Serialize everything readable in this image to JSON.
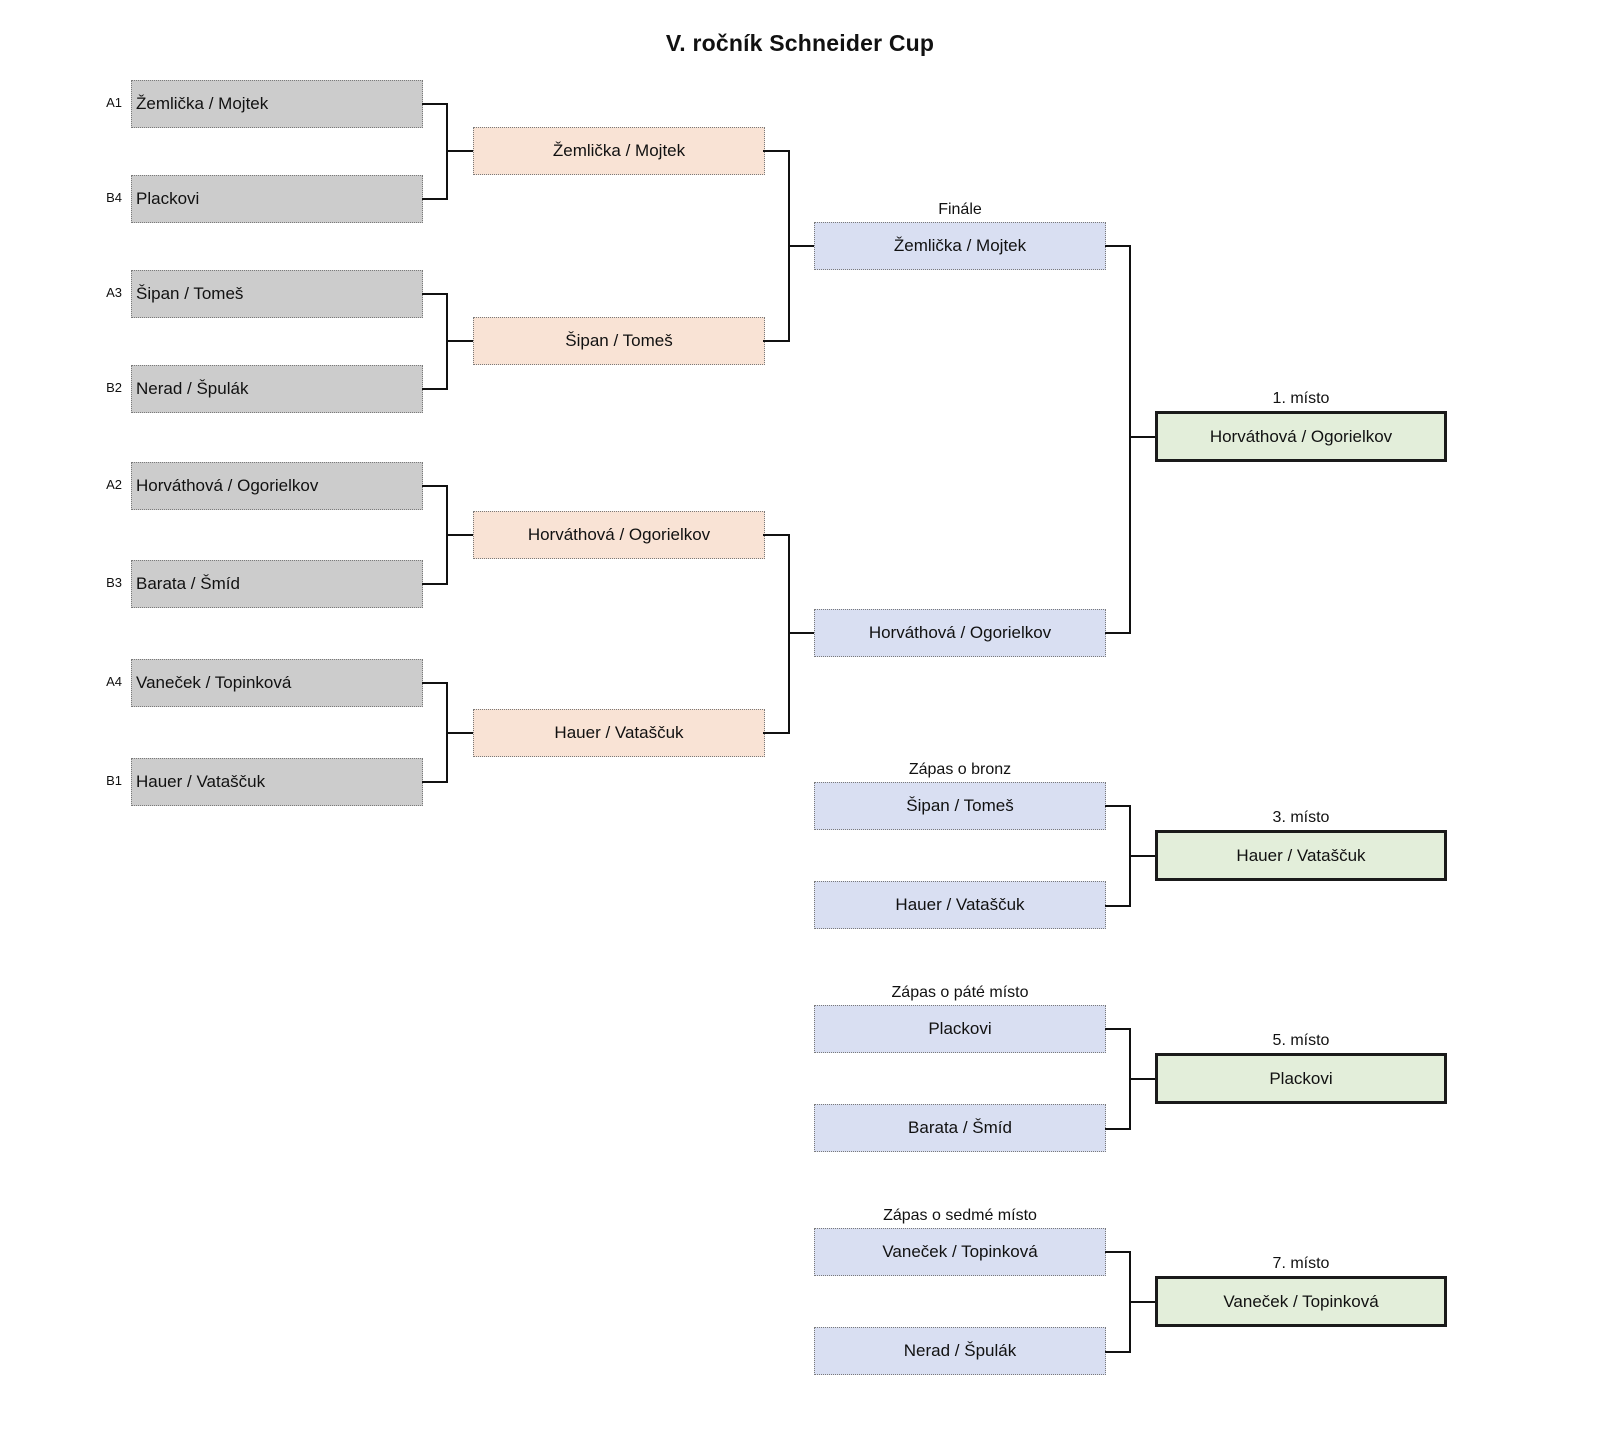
{
  "title": "V. ročník Schneider Cup",
  "round1": [
    {
      "seed": "A1",
      "team": "Žemlička / Mojtek"
    },
    {
      "seed": "B4",
      "team": "Plackovi"
    },
    {
      "seed": "A3",
      "team": "Šipan / Tomeš"
    },
    {
      "seed": "B2",
      "team": "Nerad / Špulák"
    },
    {
      "seed": "A2",
      "team": "Horváthová / Ogorielkov"
    },
    {
      "seed": "B3",
      "team": "Barata / Šmíd"
    },
    {
      "seed": "A4",
      "team": "Vaneček / Topinková"
    },
    {
      "seed": "B1",
      "team": "Hauer / Vataščuk"
    }
  ],
  "semifinals": [
    {
      "team": "Žemlička / Mojtek"
    },
    {
      "team": "Šipan / Tomeš"
    },
    {
      "team": "Horváthová / Ogorielkov"
    },
    {
      "team": "Hauer / Vataščuk"
    }
  ],
  "placement_matches": [
    {
      "caption": "Finále",
      "teams": [
        "Žemlička / Mojtek",
        "Horváthová / Ogorielkov"
      ],
      "result_caption": "1. místo",
      "result": "Horváthová / Ogorielkov"
    },
    {
      "caption": "Zápas o bronz",
      "teams": [
        "Šipan / Tomeš",
        "Hauer / Vataščuk"
      ],
      "result_caption": "3. místo",
      "result": "Hauer / Vataščuk"
    },
    {
      "caption": "Zápas o páté místo",
      "teams": [
        "Plackovi",
        "Barata / Šmíd"
      ],
      "result_caption": "5. místo",
      "result": "Plackovi"
    },
    {
      "caption": "Zápas o sedmé místo",
      "teams": [
        "Vaneček / Topinková",
        "Nerad / Špulák"
      ],
      "result_caption": "7. místo",
      "result": "Vaneček / Topinková"
    }
  ],
  "colors": {
    "round1_fill": "#cccccc",
    "semifinal_fill": "#f9e3d5",
    "match_fill": "#d9dff2",
    "result_fill": "#e3eeda"
  }
}
